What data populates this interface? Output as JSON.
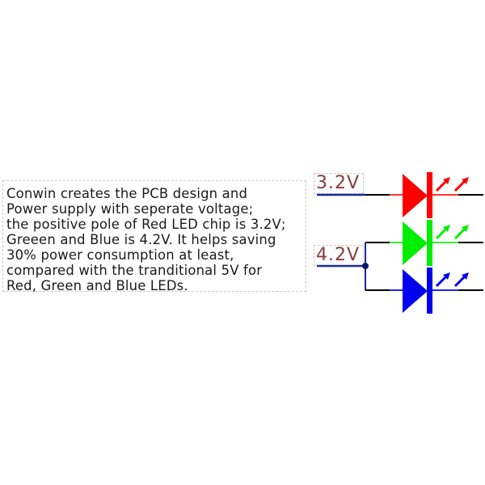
{
  "description": {
    "lines": [
      "Conwin creates the PCB design and",
      "Power supply with seperate voltage;",
      "the positive pole of Red LED chip is 3.2V;",
      "Greeen and Blue is 4.2V. It helps saving",
      "30% power consumption at least,",
      "compared with the tranditional 5V for",
      "Red, Green and Blue LEDs."
    ]
  },
  "schematic": {
    "voltages": [
      {
        "label": "3.2V",
        "supplies": [
          "Red"
        ]
      },
      {
        "label": "4.2V",
        "supplies": [
          "Green",
          "Blue"
        ]
      }
    ],
    "leds": [
      {
        "name": "Red LED",
        "color": "#ff0000"
      },
      {
        "name": "Green LED",
        "color": "#00ee00"
      },
      {
        "name": "Blue LED",
        "color": "#0000ee"
      }
    ],
    "wire_colors": {
      "supply": "#1a2a9a",
      "ground": "#000000",
      "junction": "#0a1a6a"
    },
    "label_color": "#8b3a3a"
  }
}
